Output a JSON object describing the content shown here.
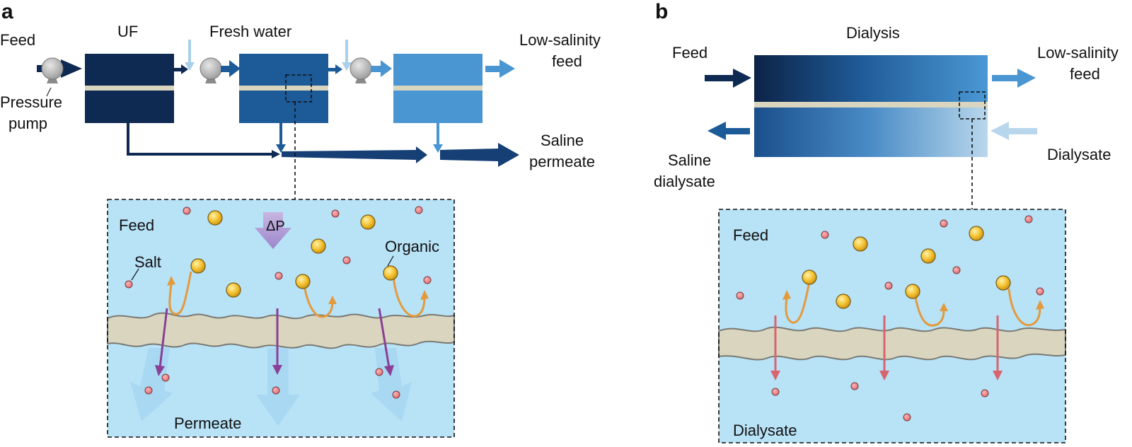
{
  "panel_a": {
    "letter": "a",
    "feed_label": "Feed",
    "uf_label": "UF",
    "fresh_water_label": "Fresh water",
    "pump_label_line1": "Pressure",
    "pump_label_line2": "pump",
    "low_salinity_line1": "Low-salinity",
    "low_salinity_line2": "feed",
    "saline_line1": "Saline",
    "saline_line2": "permeate",
    "inset": {
      "feed": "Feed",
      "pressure": "ΔP",
      "salt": "Salt",
      "organic": "Organic",
      "permeate": "Permeate"
    }
  },
  "panel_b": {
    "letter": "b",
    "dialysis_label": "Dialysis",
    "feed_label": "Feed",
    "low_salinity_line1": "Low-salinity",
    "low_salinity_line2": "feed",
    "saline_line1": "Saline",
    "saline_line2": "dialysate",
    "dialysate_label": "Dialysate",
    "inset": {
      "feed": "Feed",
      "dialysate": "Dialysate"
    }
  },
  "colors": {
    "stage1": "#0e2a52",
    "stage2": "#1d5a98",
    "stage3": "#4a96d2",
    "membrane": "#d9d5bf",
    "water": "#b8e2f6",
    "salt": "#e8757a",
    "organic": "#f3c232",
    "arrow_orange": "#e39a3d",
    "arrow_purple": "#8a3f95",
    "arrow_red": "#d9646f",
    "fresh_water": "#a9cfe9"
  }
}
